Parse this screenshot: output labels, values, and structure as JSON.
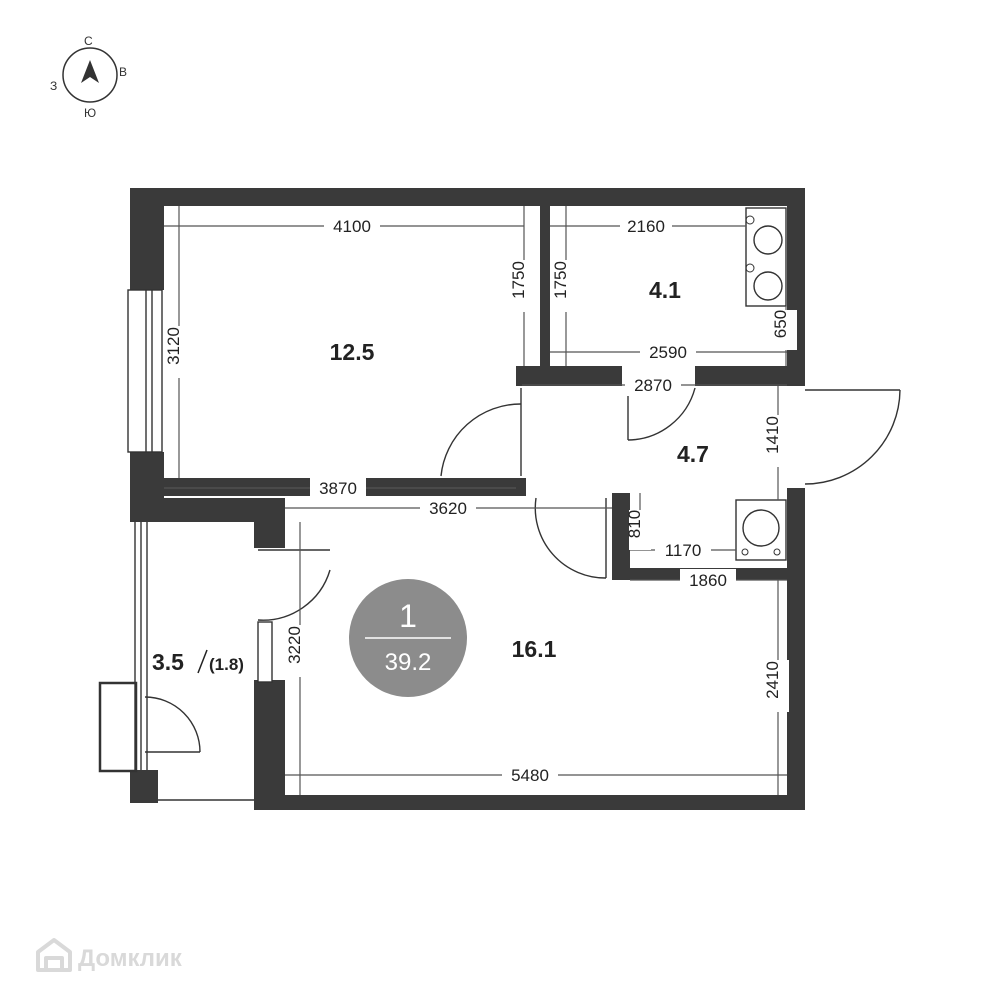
{
  "compass": {
    "north": "С",
    "east": "В",
    "south": "Ю",
    "west": "З"
  },
  "rooms": {
    "room": "12.5",
    "bathroom": "4.1",
    "hall": "4.7",
    "kitchen_living": "16.1",
    "balcony": "3.5",
    "balcony_reduced": "(1.8)"
  },
  "badge": {
    "rooms": "1",
    "total_area": "39.2"
  },
  "dimensions": {
    "room_width": "4100",
    "room_depth_left": "3120",
    "room_depth_right": "1750",
    "room_bottom": "3870",
    "bath_width_top": "2160",
    "bath_depth_left": "1750",
    "bath_width_bottom": "2590",
    "bath_side": "650",
    "hall_width": "2870",
    "hall_side": "1410",
    "living_top": "3620",
    "niche_depth": "810",
    "niche_width": "1170",
    "living_right_top": "1860",
    "living_left": "3220",
    "living_right": "2410",
    "living_bottom": "5480"
  },
  "watermark": "Домклик",
  "colors": {
    "wall": "#3a3a3a",
    "badge": "#8c8c8c",
    "line": "#333333"
  },
  "icons": [
    "compass-arrow-icon",
    "stove-icon",
    "sink-icon",
    "domclick-logo-icon"
  ]
}
